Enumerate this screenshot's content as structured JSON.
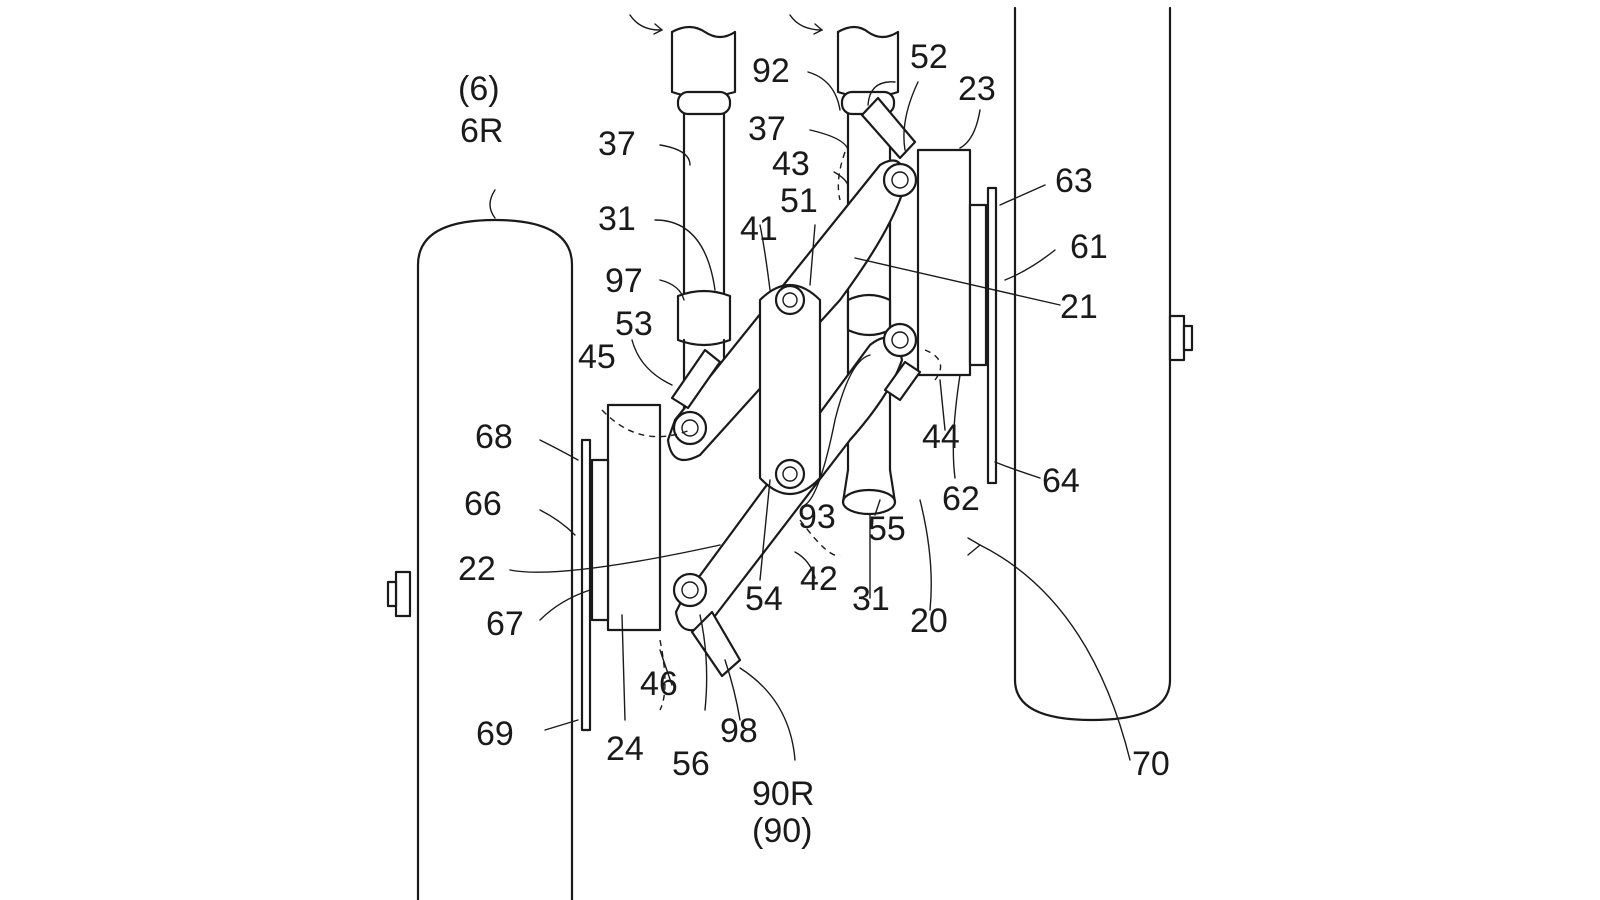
{
  "labels": {
    "wheel_left_group": "(6)",
    "wheel_left": "6R",
    "n37a": "37",
    "n37b": "37",
    "n92": "92",
    "n52": "52",
    "n23": "23",
    "n43": "43",
    "n31a": "31",
    "n41": "41",
    "n51": "51",
    "n63": "63",
    "n61": "61",
    "n97": "97",
    "n21": "21",
    "n53": "53",
    "n45": "45",
    "n68": "68",
    "n44": "44",
    "n64": "64",
    "n62": "62",
    "n66": "66",
    "n93": "93",
    "n55": "55",
    "n22": "22",
    "n54": "54",
    "n42": "42",
    "n31b": "31",
    "n20": "20",
    "n67": "67",
    "n46": "46",
    "n69": "69",
    "n24": "24",
    "n98": "98",
    "n56": "56",
    "n90r": "90R",
    "n90": "(90)",
    "n70": "70"
  }
}
